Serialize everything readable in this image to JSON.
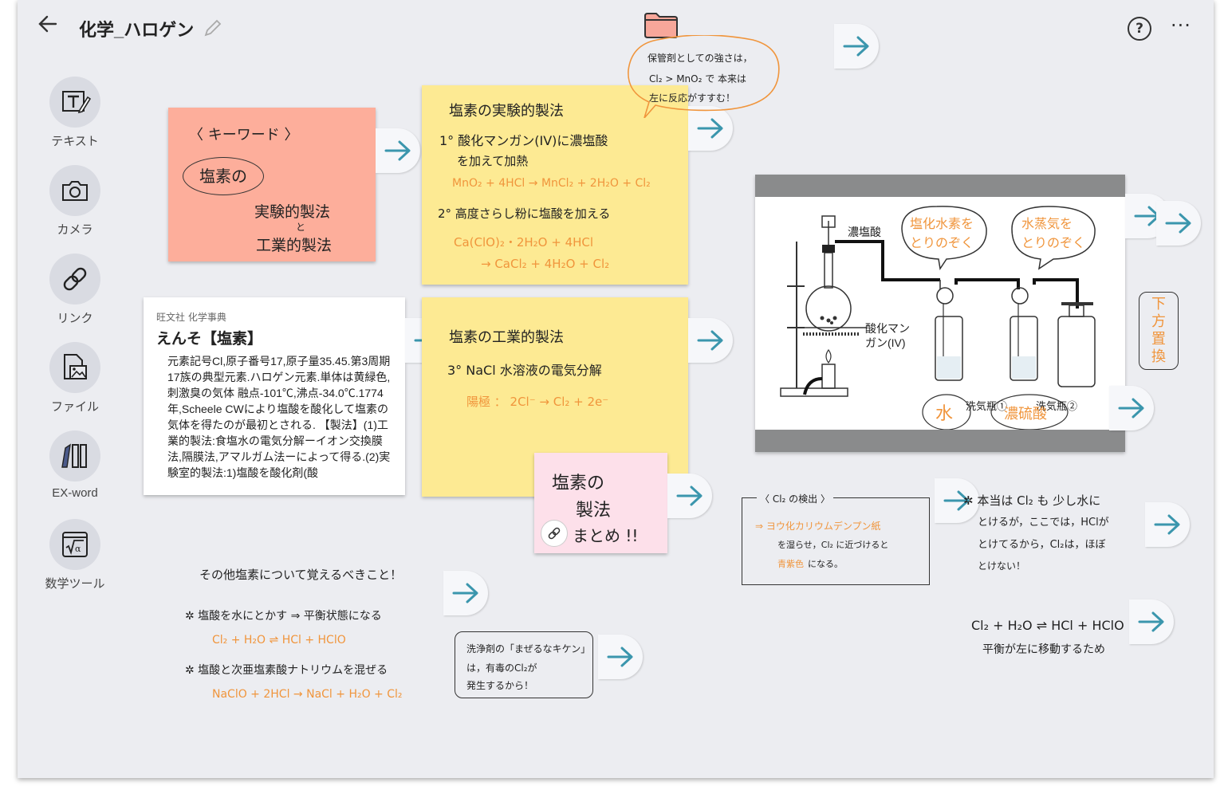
{
  "header": {
    "back_icon": "arrow-left-icon",
    "title": "化学_ハロゲン",
    "edit_icon": "pencil-icon",
    "folder_icon": "folder-icon",
    "folder_color": "#f7a79a",
    "help_glyph": "?",
    "more_glyph": "···"
  },
  "colors": {
    "accent_arrow": "#3b96ad",
    "salmon": "#fdae9b",
    "yellow": "#fdea93",
    "pink": "#fde0ea",
    "orange_ink": "#f0953c"
  },
  "toolbar": {
    "items": [
      {
        "label": "テキスト",
        "icon": "text-tool-icon"
      },
      {
        "label": "カメラ",
        "icon": "camera-icon"
      },
      {
        "label": "リンク",
        "icon": "link-icon"
      },
      {
        "label": "ファイル",
        "icon": "file-image-icon"
      },
      {
        "label": "EX-word",
        "icon": "books-icon"
      },
      {
        "label": "数学ツール",
        "icon": "sqrt-alpha-icon"
      }
    ]
  },
  "cards": {
    "keyword": {
      "line1": "〈 キーワード 〉",
      "circled": "塩素の",
      "line2": "実験的製法",
      "line3": "と",
      "line4": "工業的製法"
    },
    "lab_method": {
      "title": "塩素の実験的製法",
      "step1": "1° 酸化マンガン(IV)に濃塩酸",
      "step1b": "を加えて加熱",
      "eq1": "MnO₂ + 4HCl → MnCl₂ + 2H₂O + Cl₂",
      "step2": "2° 高度さらし粉に塩酸を加える",
      "eq2a": "Ca(ClO)₂・2H₂O + 4HCl",
      "eq2b": "→ CaCl₂ + 4H₂O + Cl₂"
    },
    "speech_bubble": {
      "line1": "保管剤としての強さは，",
      "line2": "Cl₂ > MnO₂ で 本来は",
      "line3": "左に反応がすすむ！"
    },
    "dictionary": {
      "source": "旺文社 化学事典",
      "headword": "えんそ【塩素】",
      "body": "元素記号Cl,原子番号17,原子量35.45.第3周期17族の典型元素.ハロゲン元素.単体は黄緑色,刺激臭の気体 融点-101℃,沸点-34.0℃.1774年,Scheele CWにより塩酸を酸化して塩素の気体を得たのが最初とされる. 【製法】(1)工業的製法:食塩水の電気分解ーイオン交換膜法,隔膜法,アマルガム法ーによって得る.(2)実験室的製法:1)塩酸を酸化剤(酸"
    },
    "industrial": {
      "title": "塩素の工業的製法",
      "step3": "3° NaCl 水溶液の電気分解",
      "eq": "陽極 ： 2Cl⁻ → Cl₂ + 2e⁻"
    },
    "summary": {
      "line1": "塩素の",
      "line2": "製法",
      "line3": "まとめ !!"
    },
    "diagram": {
      "label_conc_hcl": "濃塩酸",
      "label_mno2": "酸化マン\nガン(IV)",
      "label_bottle1": "洗気瓶①",
      "label_bottle2": "洗気瓶②",
      "bubble_hcl": "塩化水素を\nとりのぞく",
      "bubble_water": "水蒸気を\nとりのぞく",
      "water": "水",
      "conc_sulfuric": "濃硫酸",
      "side_note": "下方置換"
    },
    "detection": {
      "title": "〈 Cl₂ の検出 〉",
      "line1": "⇒ ヨウ化カリウムデンプン紙",
      "line2": "を湿らせ，Cl₂ に近づけると",
      "line3a": "青紫色",
      "line3b": "になる。"
    },
    "other": {
      "title": "その他塩素について覚えるべきこと！",
      "item1": "✲ 塩酸を水にとかす ⇒ 平衡状態になる",
      "eq1": "Cl₂ + H₂O ⇌ HCl + HClO",
      "item2": "✲ 塩酸と次亜塩素酸ナトリウムを混ぜる",
      "eq2": "NaClO + 2HCl → NaCl + H₂O + Cl₂"
    },
    "detergent": {
      "line1": "洗浄剤の「まぜるなキケン」",
      "line2": "は，有毒のCl₂が",
      "line3": "発生するから！"
    },
    "actually": {
      "line1": "✲ 本当は Cl₂ も 少し水に",
      "line2": "とけるが，ここでは，HClが",
      "line3": "とけてるから，Cl₂は，ほぼ",
      "line4": "とけない！"
    },
    "equilibrium": {
      "line1": "Cl₂ + H₂O ⇌ HCl + HClO",
      "line2": "平衡が左に移動するため"
    }
  }
}
